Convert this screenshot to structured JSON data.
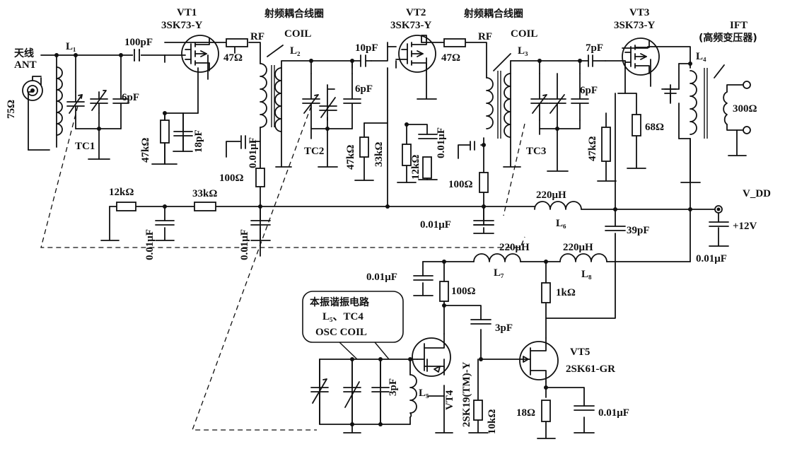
{
  "labels": {
    "antenna_cn": "天线",
    "antenna": "ANT",
    "impedance_in": "75Ω",
    "l1": "L₁",
    "c_100pf": "100pF",
    "c_6pf": "6pF",
    "tc1": "TC1",
    "vt1": "VT1",
    "part_sk73": "3SK73-Y",
    "r_47ohm": "47Ω",
    "rf_coil_cn": "射频耦合线圈",
    "rf": "RF",
    "coil": "COIL",
    "l2": "L₂",
    "r_47kohm": "47kΩ",
    "c_18pf": "18pF",
    "c_001uf": "0.01μF",
    "r_100ohm": "100Ω",
    "tc2": "TC2",
    "c_10pf": "10pF",
    "vt2": "VT2",
    "l3": "L₃",
    "r_33kohm": "33kΩ",
    "r_12kohm": "12kΩ",
    "tc3": "TC3",
    "c_7pf": "7pF",
    "vt3": "VT3",
    "r_68ohm": "68Ω",
    "ift": "IFT",
    "ift_cn": "(高频变压器)",
    "l4": "L₄",
    "impedance_out": "300Ω",
    "l_220uh": "220μH",
    "l6": "L₆",
    "c_39pf": "39pF",
    "vdd": "V_DD",
    "supply": "+12V",
    "l7": "L₇",
    "l8": "L₈",
    "r_1kohm": "1kΩ",
    "c_3pf": "3pF",
    "l5": "L₅",
    "vt4": "VT4",
    "part_sk19": "2SK19(TM)-Y",
    "r_10kohm": "10kΩ",
    "vt5": "VT5",
    "part_sk61": "2SK61-GR",
    "r_18ohm": "18Ω"
  },
  "callout": {
    "line1": "本振谐振电路",
    "line2": "L₅、TC4",
    "line3": "OSC COIL"
  }
}
